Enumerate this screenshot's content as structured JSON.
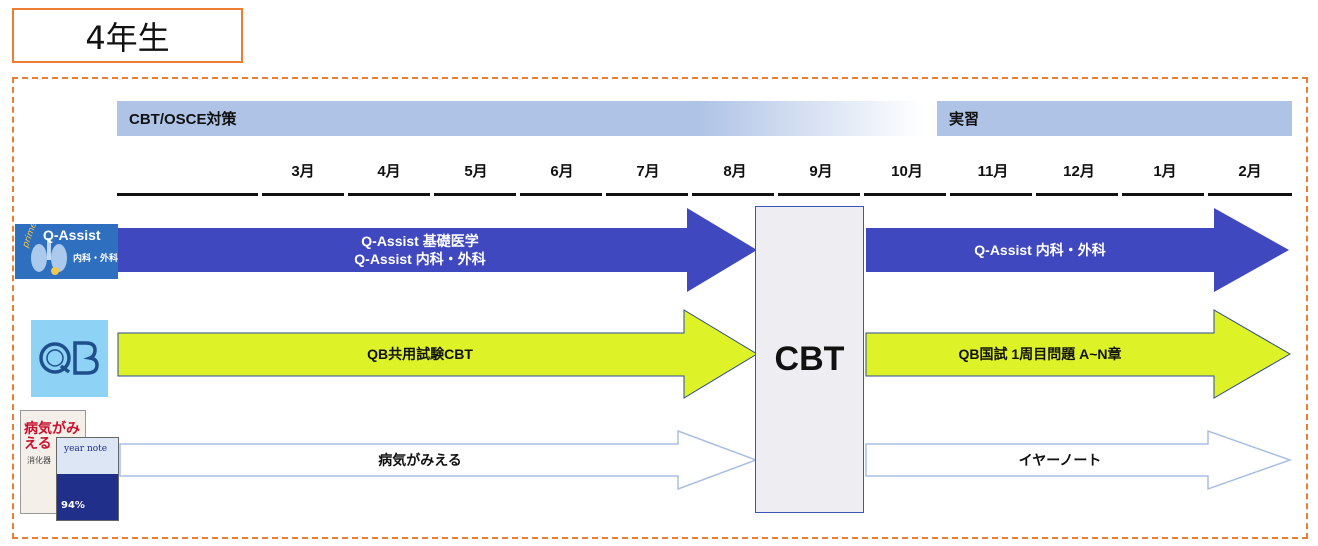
{
  "page_title": "4年生",
  "bands": {
    "cbt_osce": "CBT/OSCE対策",
    "practicum": "実習"
  },
  "months": [
    "3月",
    "4月",
    "5月",
    "6月",
    "7月",
    "8月",
    "9月",
    "10月",
    "11月",
    "12月",
    "1月",
    "2月"
  ],
  "rows": {
    "qassist": {
      "logo": {
        "brand": "Q-Assist",
        "prime": "prime",
        "subtitle": "内科・外科"
      },
      "before_line1": "Q-Assist 基礎医学",
      "before_line2": "Q-Assist 内科・外科",
      "after": "Q-Assist 内科・外科",
      "color": "#3F48BE"
    },
    "qb": {
      "logo": "QB",
      "before": "QB共用試験CBT",
      "after": "QB国試 1周目問題 A~N章",
      "color": "#DDF227"
    },
    "books": {
      "before": "病気がみえる",
      "after": "イヤーノート",
      "book1_title": "病気がみえる",
      "book1_subtitle": "消化器",
      "book2_title": "year note",
      "book2_percent": "94%"
    }
  },
  "cbt_label": "CBT",
  "colors": {
    "accent_orange": "#ED7D31",
    "band_blue": "#AFC3E6",
    "arrow_blue": "#3F48BE",
    "arrow_yellow": "#DDF227",
    "arrow_outline": "#A9C0E2"
  }
}
